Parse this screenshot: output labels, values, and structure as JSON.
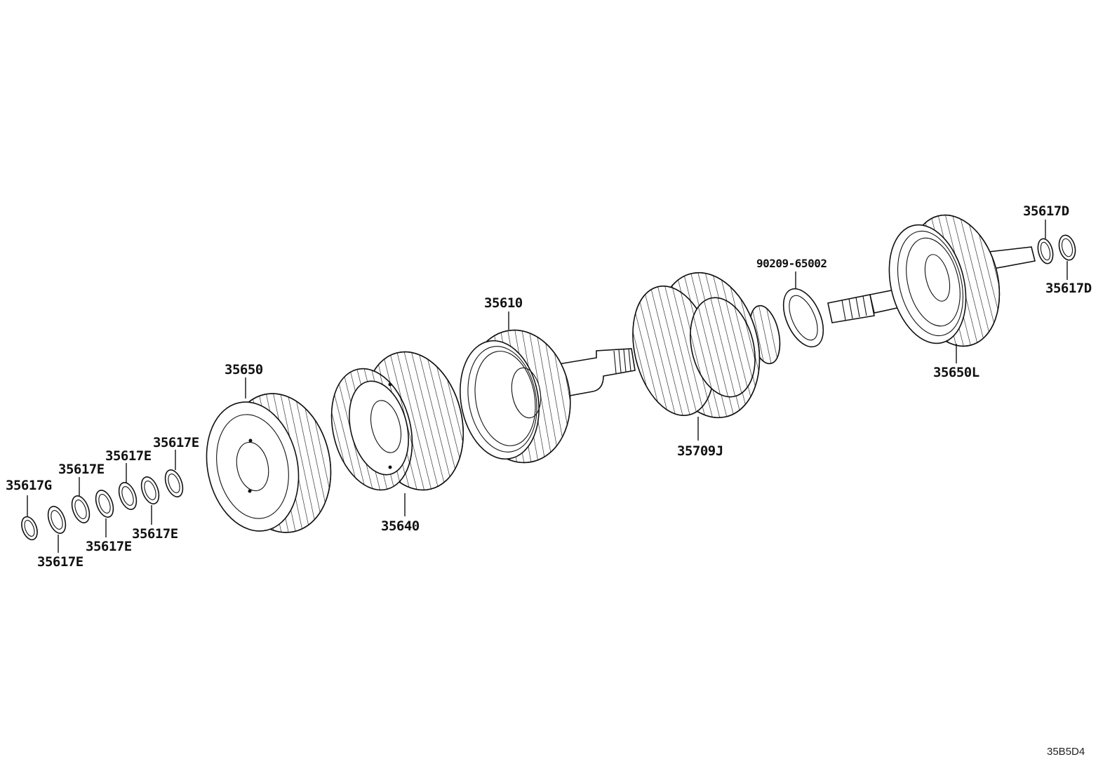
{
  "parts": {
    "p_35617G": "35617G",
    "p_35617E_a": "35617E",
    "p_35617E_b": "35617E",
    "p_35617E_c": "35617E",
    "p_35617E_d": "35617E",
    "p_35617E_e": "35617E",
    "p_35617E_f": "35617E",
    "p_35650": "35650",
    "p_35640": "35640",
    "p_35610": "35610",
    "p_35709J": "35709J",
    "p_90209": "90209-65002",
    "p_35650L": "35650L",
    "p_35617D_a": "35617D",
    "p_35617D_b": "35617D"
  },
  "diagram_code": "35B5D4"
}
